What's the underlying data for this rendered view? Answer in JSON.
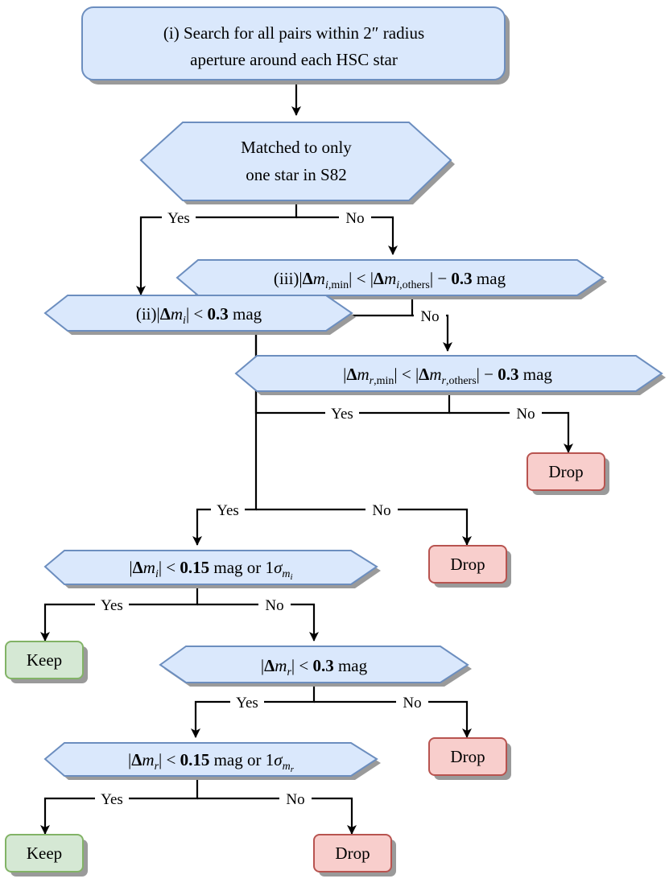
{
  "colors": {
    "process_fill": "#dae8fc",
    "process_stroke": "#6c8ebf",
    "keep_fill": "#d5e8d4",
    "keep_stroke": "#82b366",
    "drop_fill": "#f8cecc",
    "drop_stroke": "#b85450"
  },
  "nodes": {
    "n1": {
      "line1": "(i) Search for all pairs within 2″ radius",
      "line2": "aperture around each HSC star"
    },
    "n2": {
      "line1": "Matched to only",
      "line2": "one star in S82"
    },
    "n3": {
      "prefix": "(iii)",
      "formula": "|Δm_{i,min}| < |Δm_{i,others}| − 0.3 mag"
    },
    "n4": {
      "formula": "|Δm_{r,min}| < |Δm_{r,others}| − 0.3 mag"
    },
    "n5": {
      "prefix": "(ii)",
      "formula": "|Δm_i| < 0.3 mag"
    },
    "n6": {
      "formula": "|Δm_i| < 0.15 mag or 1σ_{m_i}"
    },
    "n7": {
      "formula": "|Δm_r| < 0.3 mag"
    },
    "n8": {
      "formula": "|Δm_r| < 0.15 mag or 1σ_{m_r}"
    },
    "keep1": {
      "label": "Keep"
    },
    "keep2": {
      "label": "Keep"
    },
    "drop1": {
      "label": "Drop"
    },
    "drop2": {
      "label": "Drop"
    },
    "drop3": {
      "label": "Drop"
    },
    "drop4": {
      "label": "Drop"
    }
  },
  "edges": {
    "yes": "Yes",
    "no": "No"
  }
}
